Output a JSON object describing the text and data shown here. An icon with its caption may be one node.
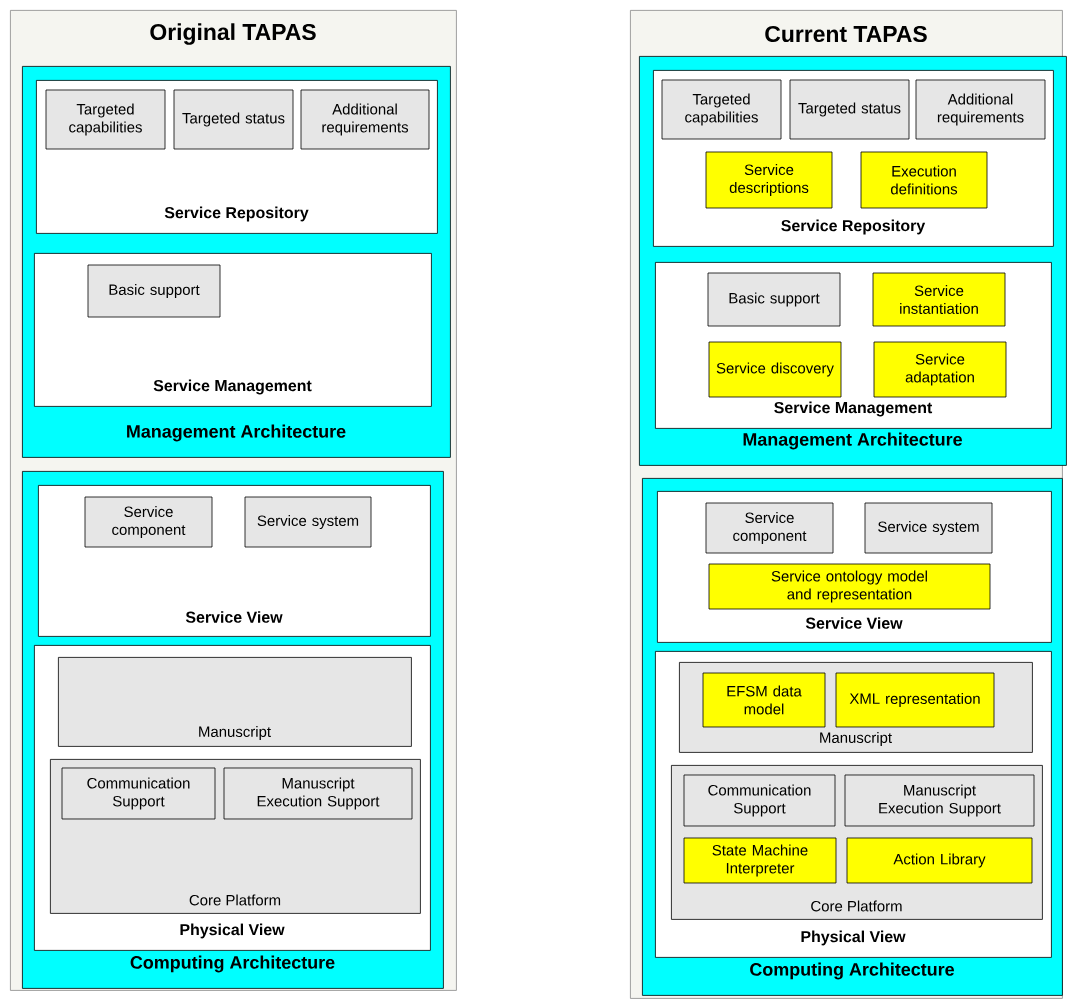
{
  "diagram": {
    "nodes": [
      {
        "text": [
          "Original TAPAS"
        ]
      },
      {
        "text": [
          "Management Architecture"
        ],
        "in": 0
      },
      {
        "text": [
          "Service Repository"
        ],
        "in": 1
      },
      {
        "text": [
          "Targeted capabilities"
        ],
        "in": 2
      },
      {
        "text": [
          "Targeted status"
        ],
        "in": 2
      },
      {
        "text": [
          "Additional requirements"
        ],
        "in": 2
      },
      {
        "text": [
          "Service Management"
        ],
        "in": 1
      },
      {
        "text": [
          "Basic support"
        ],
        "in": 6
      },
      {
        "text": [
          "Computing Architecture"
        ],
        "in": 0
      },
      {
        "text": [
          "Service View"
        ],
        "in": 8
      },
      {
        "text": [
          "Service component"
        ],
        "in": 9
      },
      {
        "text": [
          "Service system"
        ],
        "in": 9
      },
      {
        "text": [
          "Physical View"
        ],
        "in": 8
      },
      {
        "text": [
          "Manuscript"
        ],
        "in": 12
      },
      {
        "text": [
          "Core Platform"
        ],
        "in": 12
      },
      {
        "text": [
          "Communication Support"
        ],
        "in": 14
      },
      {
        "text": [
          "Manuscript Execution Support"
        ],
        "in": 14
      },
      {
        "text": [
          "Current TAPAS"
        ]
      },
      {
        "text": [
          "Management Architecture"
        ],
        "in": 17
      },
      {
        "text": [
          "Service Repository"
        ],
        "in": 18
      },
      {
        "text": [
          "Targeted capabilities"
        ],
        "in": 19
      },
      {
        "text": [
          "Targeted status"
        ],
        "in": 19
      },
      {
        "text": [
          "Additional requirements"
        ],
        "in": 19
      },
      {
        "text": [
          "Service descriptions"
        ],
        "in": 19
      },
      {
        "text": [
          "Execution definitions"
        ],
        "in": 19
      },
      {
        "text": [
          "Service Management"
        ],
        "in": 18
      },
      {
        "text": [
          "Basic support"
        ],
        "in": 25
      },
      {
        "text": [
          "Service instantiation"
        ],
        "in": 25
      },
      {
        "text": [
          "Service discovery"
        ],
        "in": 25
      },
      {
        "text": [
          "Service adaptation"
        ],
        "in": 25
      },
      {
        "text": [
          "Computing Architecture"
        ],
        "in": 17
      },
      {
        "text": [
          "Service View"
        ],
        "in": 30
      },
      {
        "text": [
          "Service component"
        ],
        "in": 31
      },
      {
        "text": [
          "Service system"
        ],
        "in": 31
      },
      {
        "text": [
          "Service ontology model and representation"
        ],
        "in": 31
      },
      {
        "text": [
          "Physical View"
        ],
        "in": 30
      },
      {
        "text": [
          "Manuscript"
        ],
        "in": 35
      },
      {
        "text": [
          "EFSM data model"
        ],
        "in": 36
      },
      {
        "text": [
          "XML representation"
        ],
        "in": 36
      },
      {
        "text": [
          "Core Platform"
        ],
        "in": 35
      },
      {
        "text": [
          "Communication Support"
        ],
        "in": 39
      },
      {
        "text": [
          "Manuscript Execution Support"
        ],
        "in": 39
      },
      {
        "text": [
          "State Machine Interpreter"
        ],
        "in": 39
      },
      {
        "text": [
          "Action Library"
        ],
        "in": 39
      }
    ]
  }
}
